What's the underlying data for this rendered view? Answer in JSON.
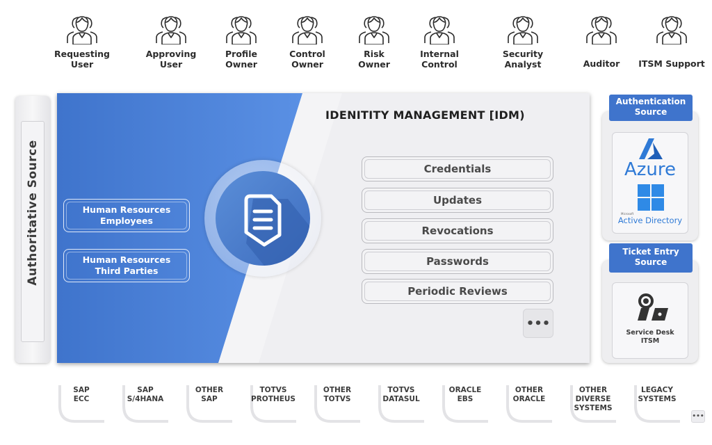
{
  "roles": [
    {
      "label": "Requesting\nUser"
    },
    {
      "label": "Approving\nUser"
    },
    {
      "label": "Profile\nOwner"
    },
    {
      "label": "Control\nOwner"
    },
    {
      "label": "Risk\nOwner"
    },
    {
      "label": "Internal\nControl"
    },
    {
      "label": "Security\nAnalyst"
    },
    {
      "label": "Auditor"
    },
    {
      "label": "ITSM Support"
    }
  ],
  "authoritative_source": {
    "label": "Authoritative Source"
  },
  "idm": {
    "title": "IDENITITY MANAGEMENT [IDM)",
    "hr_sources": [
      {
        "label": "Human Resources\nEmployees"
      },
      {
        "label": "Human Resources\nThird Parties"
      }
    ],
    "functions": [
      "Credentials",
      "Updates",
      "Revocations",
      "Passwords",
      "Periodic Reviews"
    ],
    "more_label": "•••"
  },
  "authentication_source": {
    "header": "Authentication\nSource",
    "azure_label": "Azure",
    "ms_label": "Microsoft",
    "ad_label": "Active Directory"
  },
  "ticket_source": {
    "header": "Ticket Entry\nSource",
    "service_label": "Service Desk\nITSM"
  },
  "systems": [
    {
      "label": "SAP\nECC"
    },
    {
      "label": "SAP\nS/4HANA"
    },
    {
      "label": "OTHER\nSAP"
    },
    {
      "label": "TOTVS\nPROTHEUS"
    },
    {
      "label": "OTHER\nTOTVS"
    },
    {
      "label": "TOTVS\nDATASUL"
    },
    {
      "label": "ORACLE\nEBS"
    },
    {
      "label": "OTHER\nORACLE"
    },
    {
      "label": "OTHER\nDIVERSE\nSYSTEMS"
    },
    {
      "label": "LEGACY\nSYSTEMS"
    }
  ],
  "corner_more": "•••",
  "colors": {
    "accent": "#3f74cc",
    "panel": "#efeff2"
  }
}
